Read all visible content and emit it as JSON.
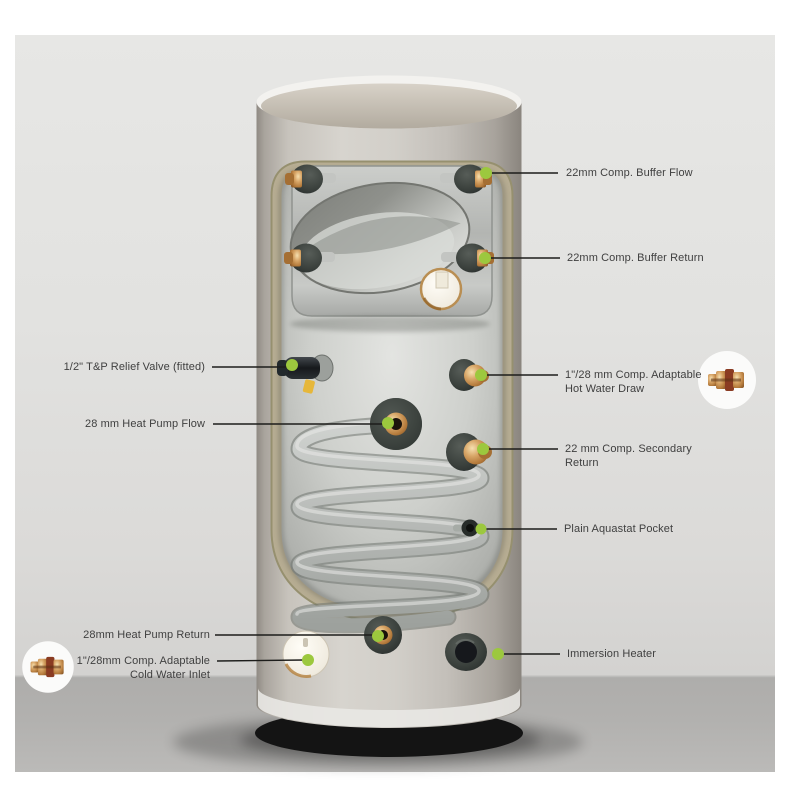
{
  "figure": {
    "description": "Cutaway illustration of a heat pump hot water cylinder with buffer section, internal coil and labelled tappings"
  },
  "colors": {
    "marker_green": "#9cc83e",
    "leader_line": "#1d1d1b",
    "label_text": "#404040",
    "insulation_edge_tan": "#b4a98f"
  },
  "icons": {
    "left_fitting_thumbnail": "brass-compression-fitting",
    "right_fitting_thumbnail": "brass-compression-fitting"
  },
  "callouts": {
    "right": [
      {
        "id": "buffer-flow",
        "label": "22mm Comp. Buffer Flow"
      },
      {
        "id": "buffer-return",
        "label": "22mm Comp. Buffer Return"
      },
      {
        "id": "hot-water-draw",
        "label": "1\"/28 mm Comp. Adaptable\nHot Water Draw"
      },
      {
        "id": "secondary-return",
        "label": "22 mm Comp. Secondary\nReturn"
      },
      {
        "id": "aquastat-pocket",
        "label": "Plain Aquastat Pocket"
      },
      {
        "id": "immersion-heater",
        "label": "Immersion Heater"
      }
    ],
    "left": [
      {
        "id": "tp-relief-valve",
        "label": "1/2\" T&P Relief Valve (fitted)"
      },
      {
        "id": "heat-pump-flow",
        "label": "28 mm Heat Pump Flow"
      },
      {
        "id": "heat-pump-return",
        "label": "28mm Heat Pump Return"
      },
      {
        "id": "cold-water-inlet",
        "label": "1\"/28mm Comp. Adaptable\nCold Water Inlet"
      }
    ]
  }
}
